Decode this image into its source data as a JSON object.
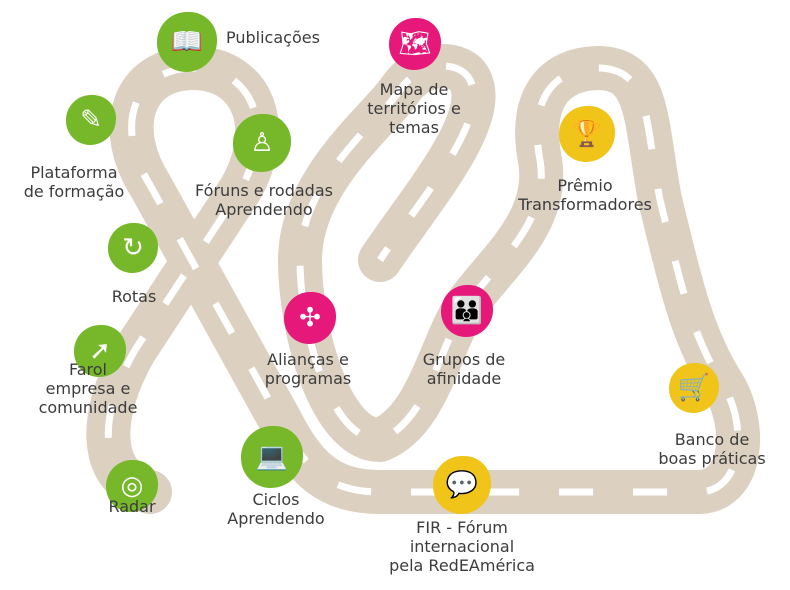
{
  "colors": {
    "green": "#76b82a",
    "pink": "#e6197a",
    "yellow": "#f0c419",
    "road": "#dcd0c1",
    "text": "#3c3c3c"
  },
  "items": [
    {
      "id": "publicacoes",
      "lines": [
        "Publicações"
      ],
      "color": "green",
      "icon": "book-search-icon",
      "glyph": "📖"
    },
    {
      "id": "plataforma",
      "lines": [
        "Plataforma",
        "de formação"
      ],
      "color": "green",
      "icon": "pencil-icon",
      "glyph": "✎"
    },
    {
      "id": "foruns",
      "lines": [
        "Fóruns e rodadas",
        "Aprendendo"
      ],
      "color": "green",
      "icon": "presenter-icon",
      "glyph": "♙"
    },
    {
      "id": "rotas",
      "lines": [
        "Rotas"
      ],
      "color": "green",
      "icon": "route-arrow-icon",
      "glyph": "↻"
    },
    {
      "id": "farol",
      "lines": [
        "Farol",
        "empresa e",
        "comunidade"
      ],
      "color": "green",
      "icon": "lighthouse-beam-icon",
      "glyph": "➚"
    },
    {
      "id": "radar",
      "lines": [
        "Radar"
      ],
      "color": "green",
      "icon": "radar-icon",
      "glyph": "◎"
    },
    {
      "id": "ciclos",
      "lines": [
        "Ciclos",
        "Aprendendo"
      ],
      "color": "green",
      "icon": "laptop-icon",
      "glyph": "💻"
    },
    {
      "id": "mapa",
      "lines": [
        "Mapa de",
        "territórios e",
        "temas"
      ],
      "color": "pink",
      "icon": "americas-map-icon",
      "glyph": "🗺"
    },
    {
      "id": "aliancas",
      "lines": [
        "Alianças e",
        "programas"
      ],
      "color": "pink",
      "icon": "puzzle-icon",
      "glyph": "✣"
    },
    {
      "id": "grupos",
      "lines": [
        "Grupos de",
        "afinidade"
      ],
      "color": "pink",
      "icon": "people-group-icon",
      "glyph": "👪"
    },
    {
      "id": "premio",
      "lines": [
        "Prêmio",
        "Transformadores"
      ],
      "color": "yellow",
      "icon": "trophy-icon",
      "glyph": "🏆"
    },
    {
      "id": "banco",
      "lines": [
        "Banco de",
        "boas práticas"
      ],
      "color": "yellow",
      "icon": "cart-icon",
      "glyph": "🛒"
    },
    {
      "id": "fir",
      "lines": [
        "FIR - Fórum",
        "internacional",
        "pela RedEAmérica"
      ],
      "color": "yellow",
      "icon": "people-chat-icon",
      "glyph": "💬"
    }
  ]
}
